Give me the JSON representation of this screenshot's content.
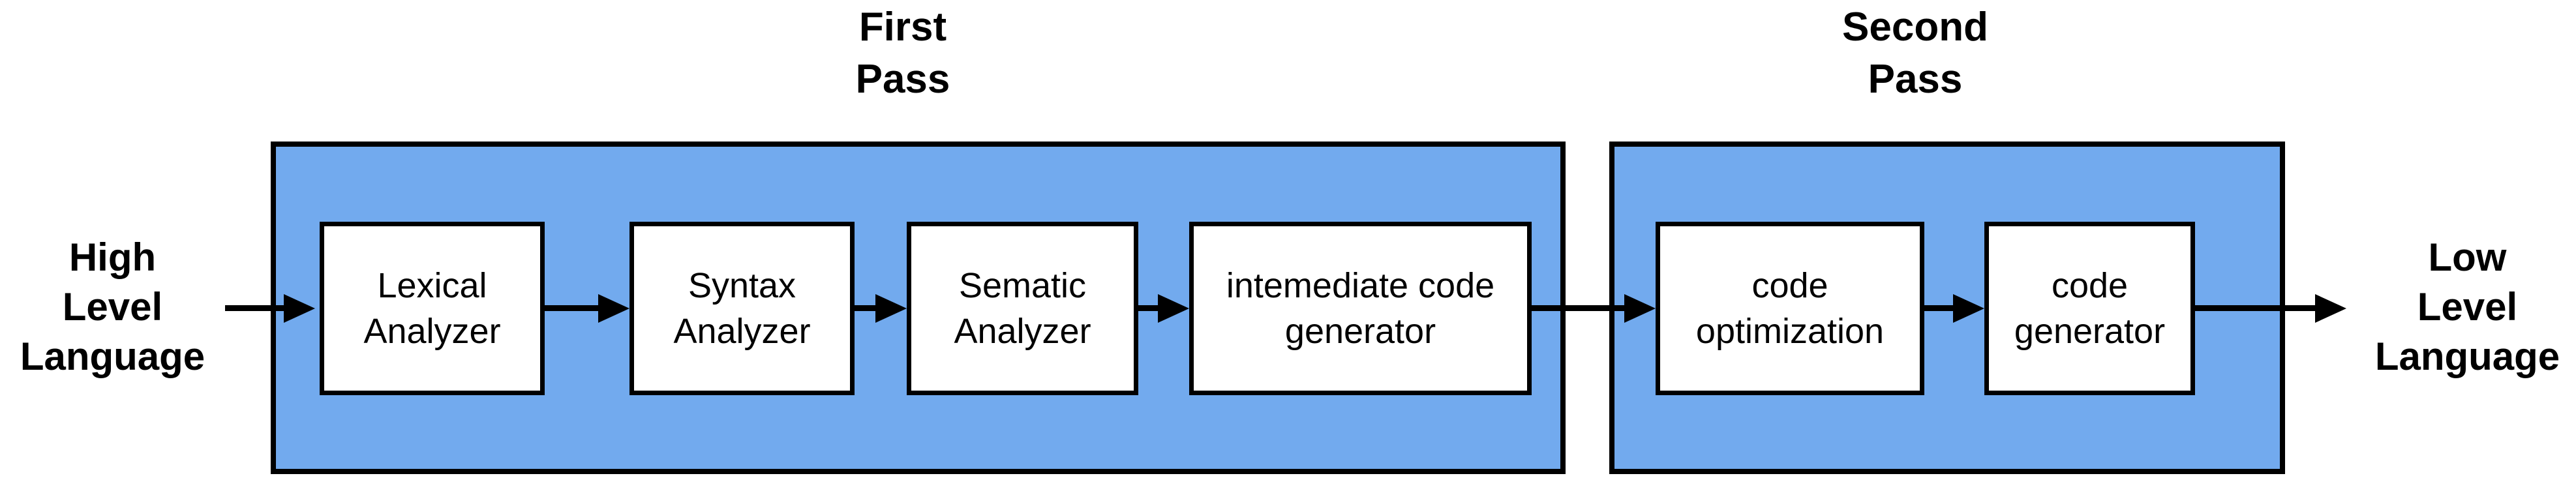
{
  "diagram": {
    "titles": {
      "first_pass": "First\nPass",
      "second_pass": "Second\nPass"
    },
    "endpoints": {
      "input": "High\nLevel\nLanguage",
      "output": "Low\nLevel\nLanguage"
    },
    "first_pass_stages": [
      {
        "label": "Lexical\nAnalyzer"
      },
      {
        "label": "Syntax\nAnalyzer"
      },
      {
        "label": "Sematic\nAnalyzer"
      },
      {
        "label": "intemediate code\ngenerator"
      }
    ],
    "second_pass_stages": [
      {
        "label": "code\noptimization"
      },
      {
        "label": "code\ngenerator"
      }
    ],
    "colors": {
      "container_fill": "#72AAEE",
      "box_fill": "#FFFFFF",
      "outline": "#000000",
      "background": "#FFFFFF"
    }
  }
}
